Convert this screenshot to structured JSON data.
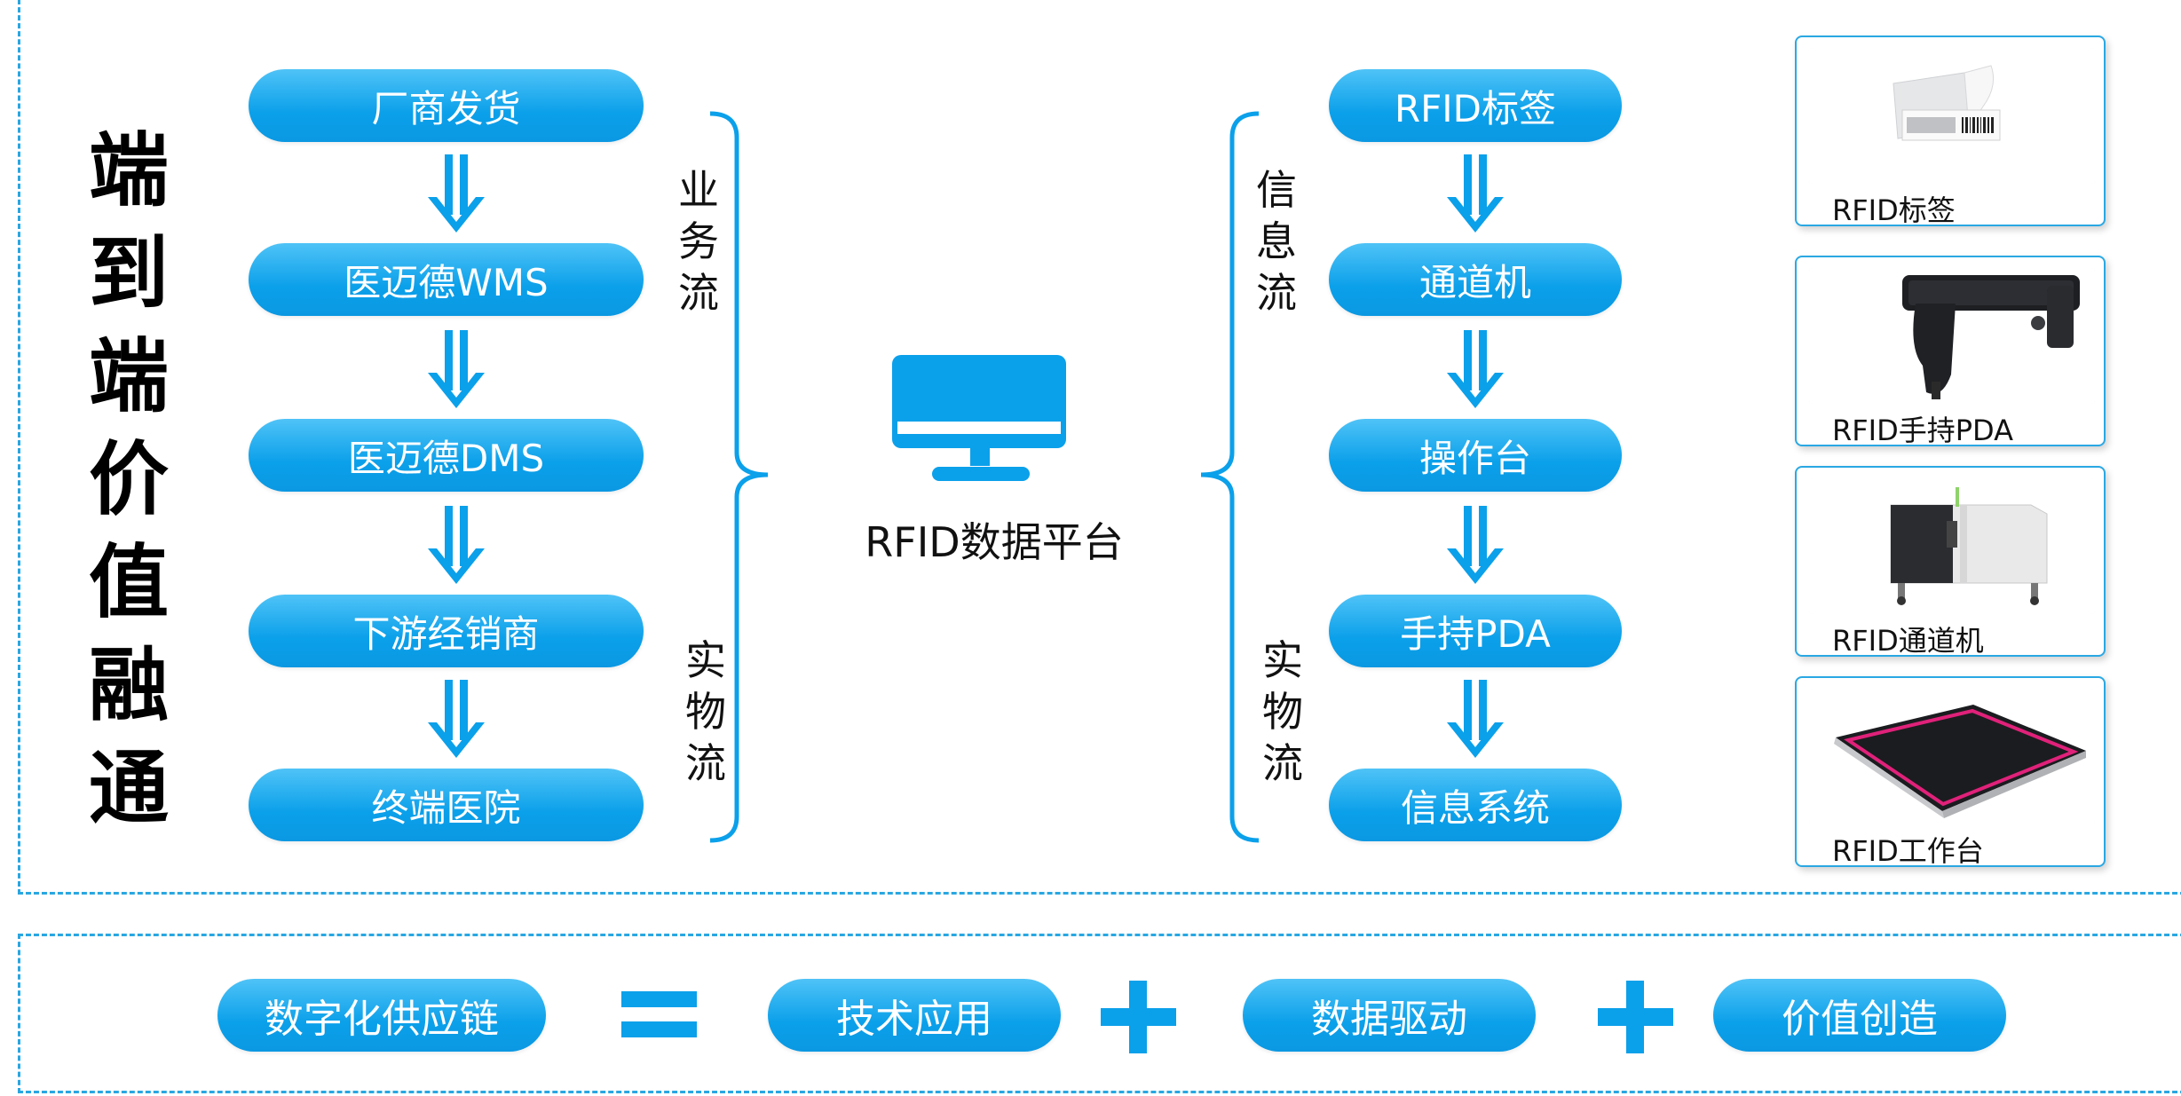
{
  "title_chars": [
    "端",
    "到",
    "端",
    "价",
    "值",
    "融",
    "通"
  ],
  "business_flow": {
    "steps": [
      "厂商发货",
      "医迈德WMS",
      "医迈德DMS",
      "下游经销商",
      "终端医院"
    ],
    "label_top": [
      "业",
      "务",
      "流"
    ],
    "label_bottom": [
      "实",
      "物",
      "流"
    ]
  },
  "platform": {
    "label": "RFID数据平台",
    "icon": "monitor-icon"
  },
  "info_flow": {
    "steps": [
      "RFID标签",
      "通道机",
      "操作台",
      "手持PDA",
      "信息系统"
    ],
    "label_top": [
      "信",
      "息",
      "流"
    ],
    "label_bottom": [
      "实",
      "物",
      "流"
    ]
  },
  "devices": [
    {
      "label": "RFID标签",
      "icon": "rfid-tag-icon"
    },
    {
      "label": "RFID手持PDA",
      "icon": "handheld-pda-icon"
    },
    {
      "label": "RFID通道机",
      "icon": "channel-machine-icon"
    },
    {
      "label": "RFID工作台",
      "icon": "workbench-icon"
    }
  ],
  "equation": {
    "result": "数字化供应链",
    "equals": "=",
    "terms": [
      "技术应用",
      "数据驱动",
      "价值创造"
    ],
    "plus": "+"
  },
  "colors": {
    "accent": "#0ba0ea",
    "frame": "#29a7e1",
    "text": "#111111"
  }
}
